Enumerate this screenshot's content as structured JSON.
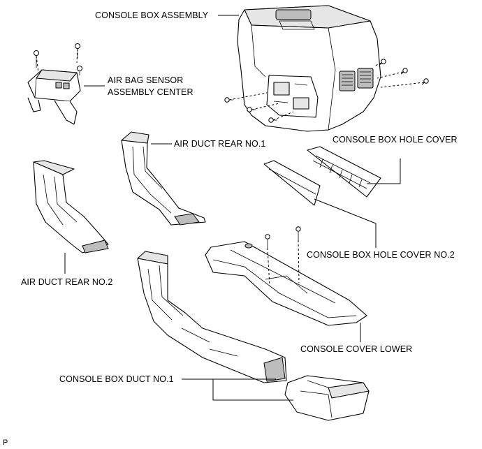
{
  "labels": {
    "console_box_assembly": "CONSOLE BOX ASSEMBLY",
    "air_bag_sensor_line1": "AIR BAG SENSOR",
    "air_bag_sensor_line2": "ASSEMBLY CENTER",
    "air_duct_rear_no1": "AIR DUCT REAR NO.1",
    "console_box_hole_cover": "CONSOLE BOX HOLE COVER",
    "air_duct_rear_no2": "AIR DUCT REAR NO.2",
    "console_box_hole_cover_no2": "CONSOLE BOX HOLE COVER NO.2",
    "console_cover_lower": "CONSOLE COVER LOWER",
    "console_box_duct_no1": "CONSOLE BOX DUCT NO.1",
    "figure_code": "P"
  }
}
